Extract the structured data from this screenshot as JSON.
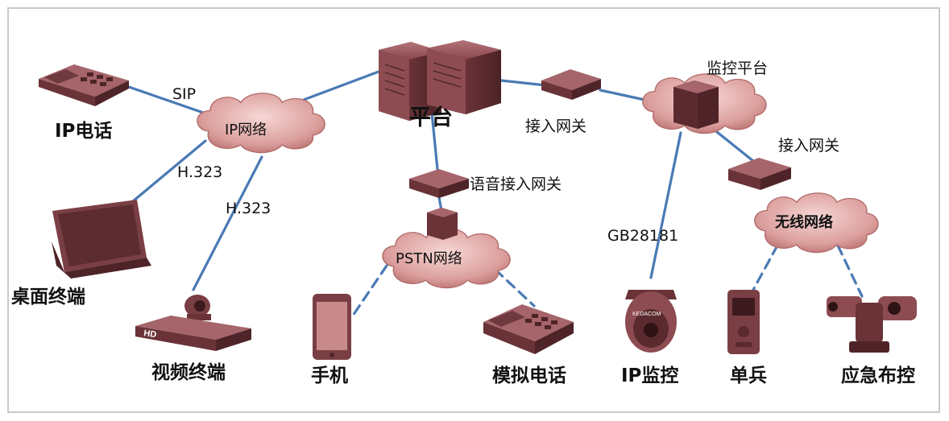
{
  "labels": {
    "platform": "平台",
    "ip_phone": "IP电话",
    "desktop_terminal": "桌面终端",
    "video_terminal": "视频终端",
    "mobile": "手机",
    "analog_phone": "模拟电话",
    "ip_monitor": "IP监控",
    "soldier": "单兵",
    "emergency": "应急布控",
    "access_gateway_1": "接入网关",
    "access_gateway_2": "接入网关",
    "voice_gateway": "语音接入网关",
    "monitor_platform": "监控平台",
    "sip": "SIP",
    "h323_a": "H.323",
    "h323_b": "H.323",
    "gb28181": "GB28181"
  },
  "clouds": {
    "ip_network": "IP网络",
    "pstn_network": "PSTN网络",
    "wireless_network": "无线网络"
  },
  "colors": {
    "line": "#4a7ab5",
    "device": "#7a3f44",
    "device_light": "#a5656a",
    "device_dark": "#4e2428",
    "cloud": "#d99a98",
    "frame": "#c9c9c9"
  }
}
